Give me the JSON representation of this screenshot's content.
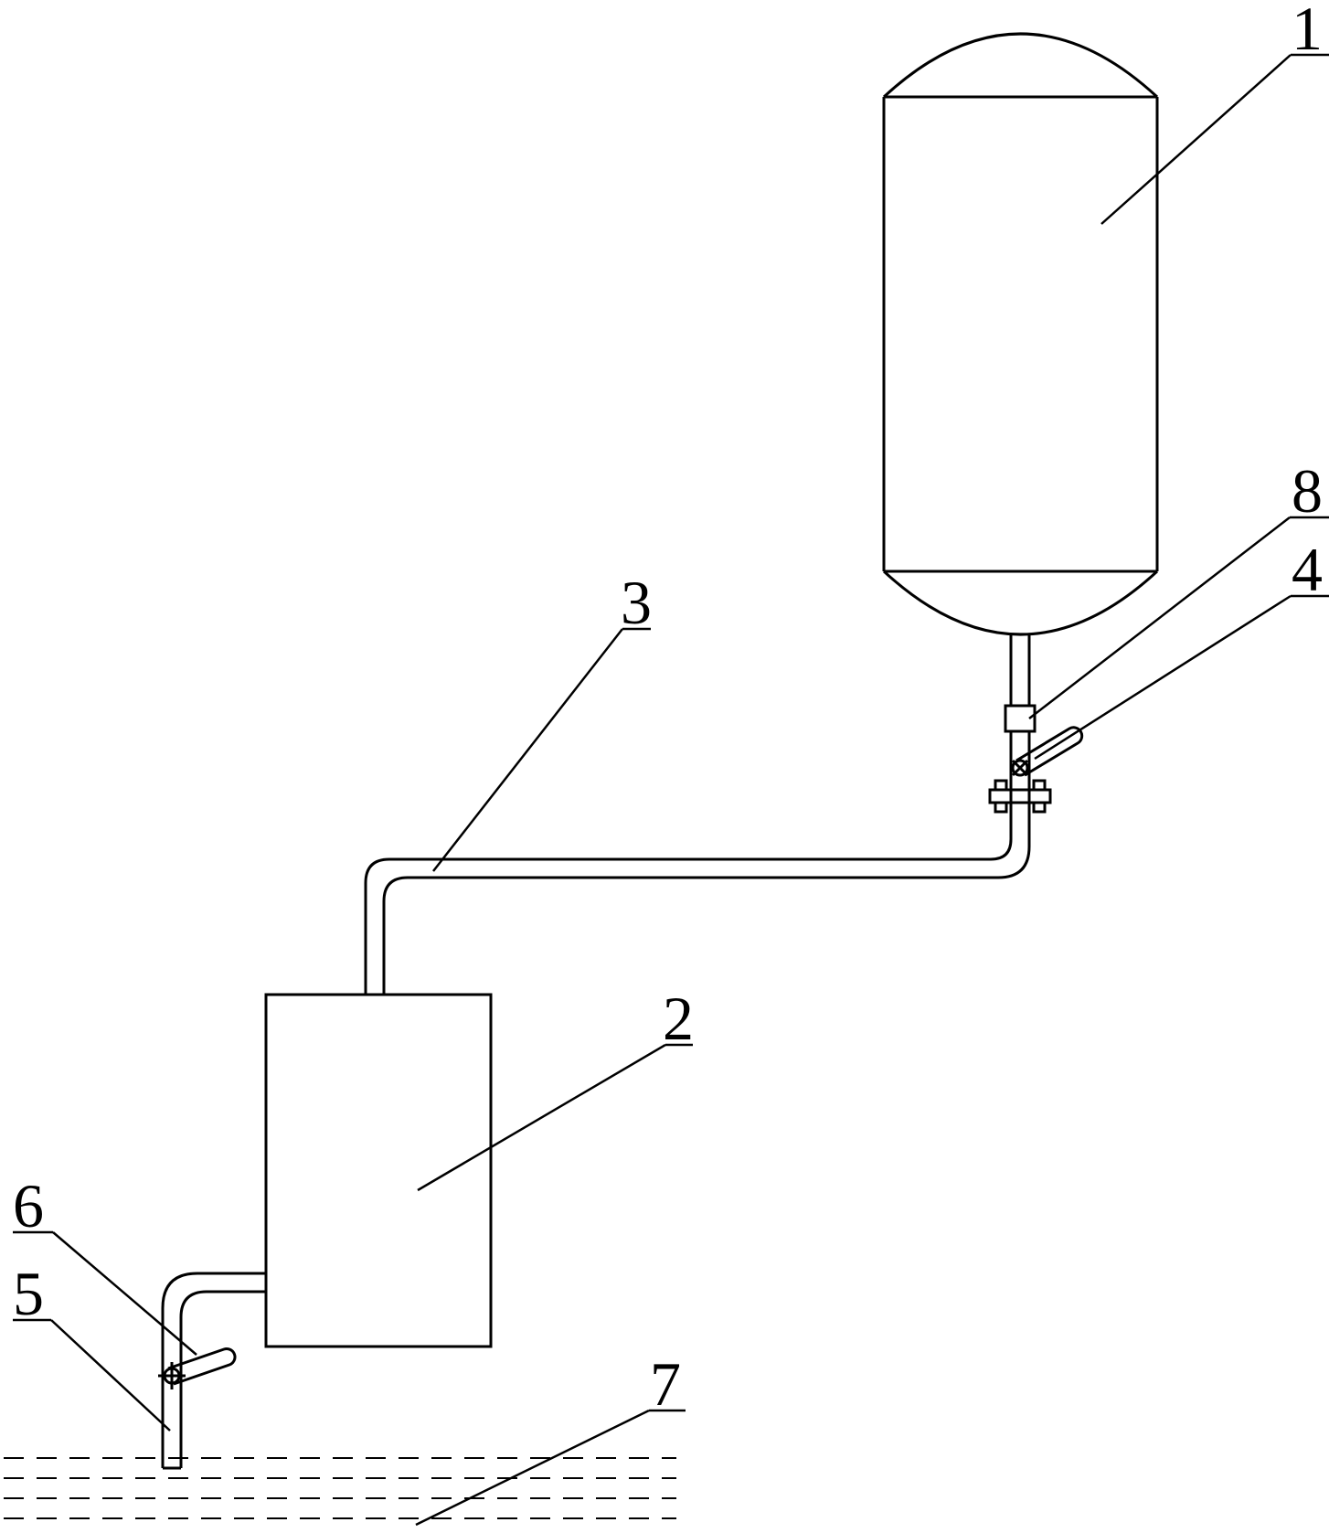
{
  "labels": {
    "tank": "1",
    "chamber": "2",
    "pipe": "3",
    "valve_upper": "4",
    "outlet_pipe": "5",
    "valve_lower": "6",
    "liquid": "7",
    "fitting": "8"
  },
  "colors": {
    "line": "#000000",
    "background": "#ffffff"
  }
}
